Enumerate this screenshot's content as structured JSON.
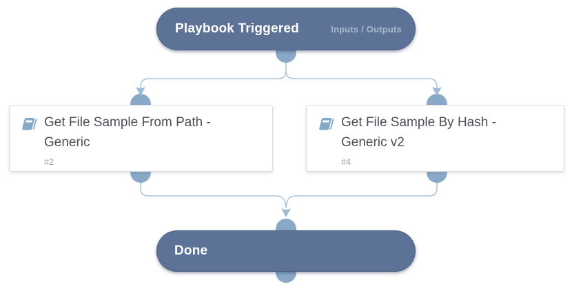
{
  "colors": {
    "node_fill": "#5c7296",
    "node_text": "#ffffff",
    "io_text": "#a9b9d0",
    "edge_line": "#abc4da",
    "connector_dot": "#8aa9c9",
    "arrow_head": "#9fbad4",
    "card_border": "#d9dcdf",
    "title_text": "#4a4f54",
    "muted_text": "#9aa1a7",
    "book_icon": "#86a8c9"
  },
  "nodes": {
    "trigger": {
      "title": "Playbook Triggered",
      "action_label": "Inputs / Outputs"
    },
    "task_left": {
      "title": "Get File Sample From Path - Generic",
      "id": "#2",
      "icon": "book-icon"
    },
    "task_right": {
      "title": "Get File Sample By Hash - Generic v2",
      "id": "#4",
      "icon": "book-icon"
    },
    "done": {
      "title": "Done"
    }
  }
}
